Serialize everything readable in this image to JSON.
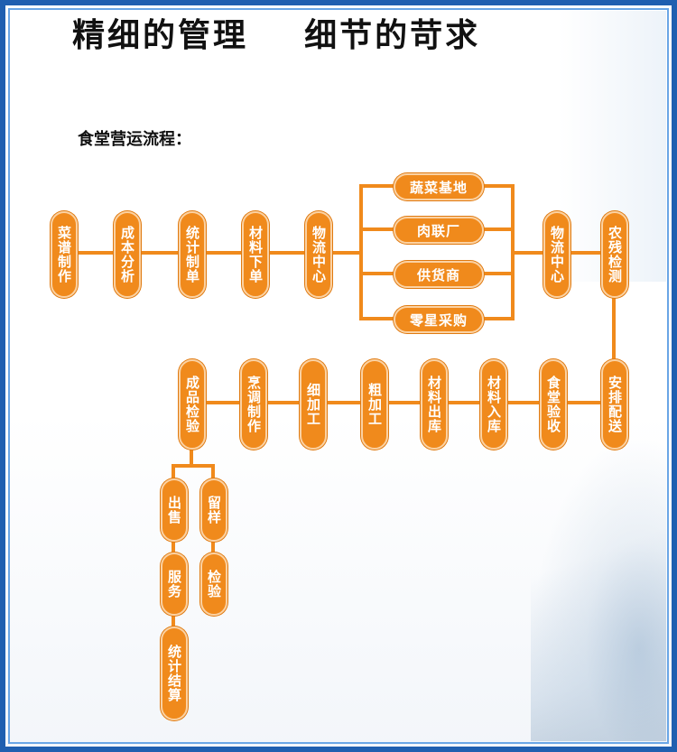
{
  "title": "精细的管理    细节的苛求",
  "subtitle": "食堂营运流程：",
  "nodes": {
    "caipu": "菜谱制作",
    "chengben": "成本分析",
    "tongji": "统计制单",
    "cailiao_xiadan": "材料下单",
    "wuliu1": "物流中心",
    "shucai": "蔬菜基地",
    "roulian": "肉联厂",
    "gonghuo": "供货商",
    "lingxing": "零星采购",
    "wuliu2": "物流中心",
    "nongcan": "农残检测",
    "anpai": "安排配送",
    "yanshou": "食堂验收",
    "ruku": "材料入库",
    "chuku": "材料出库",
    "cujiagong": "粗加工",
    "xijiagong": "细加工",
    "pengtiao": "烹调制作",
    "chengpin": "成品检验",
    "chushou": "出售",
    "fuwu": "服务",
    "tongji_jiesuan": "统计结算",
    "liuyang": "留样",
    "jianyan": "检验"
  }
}
